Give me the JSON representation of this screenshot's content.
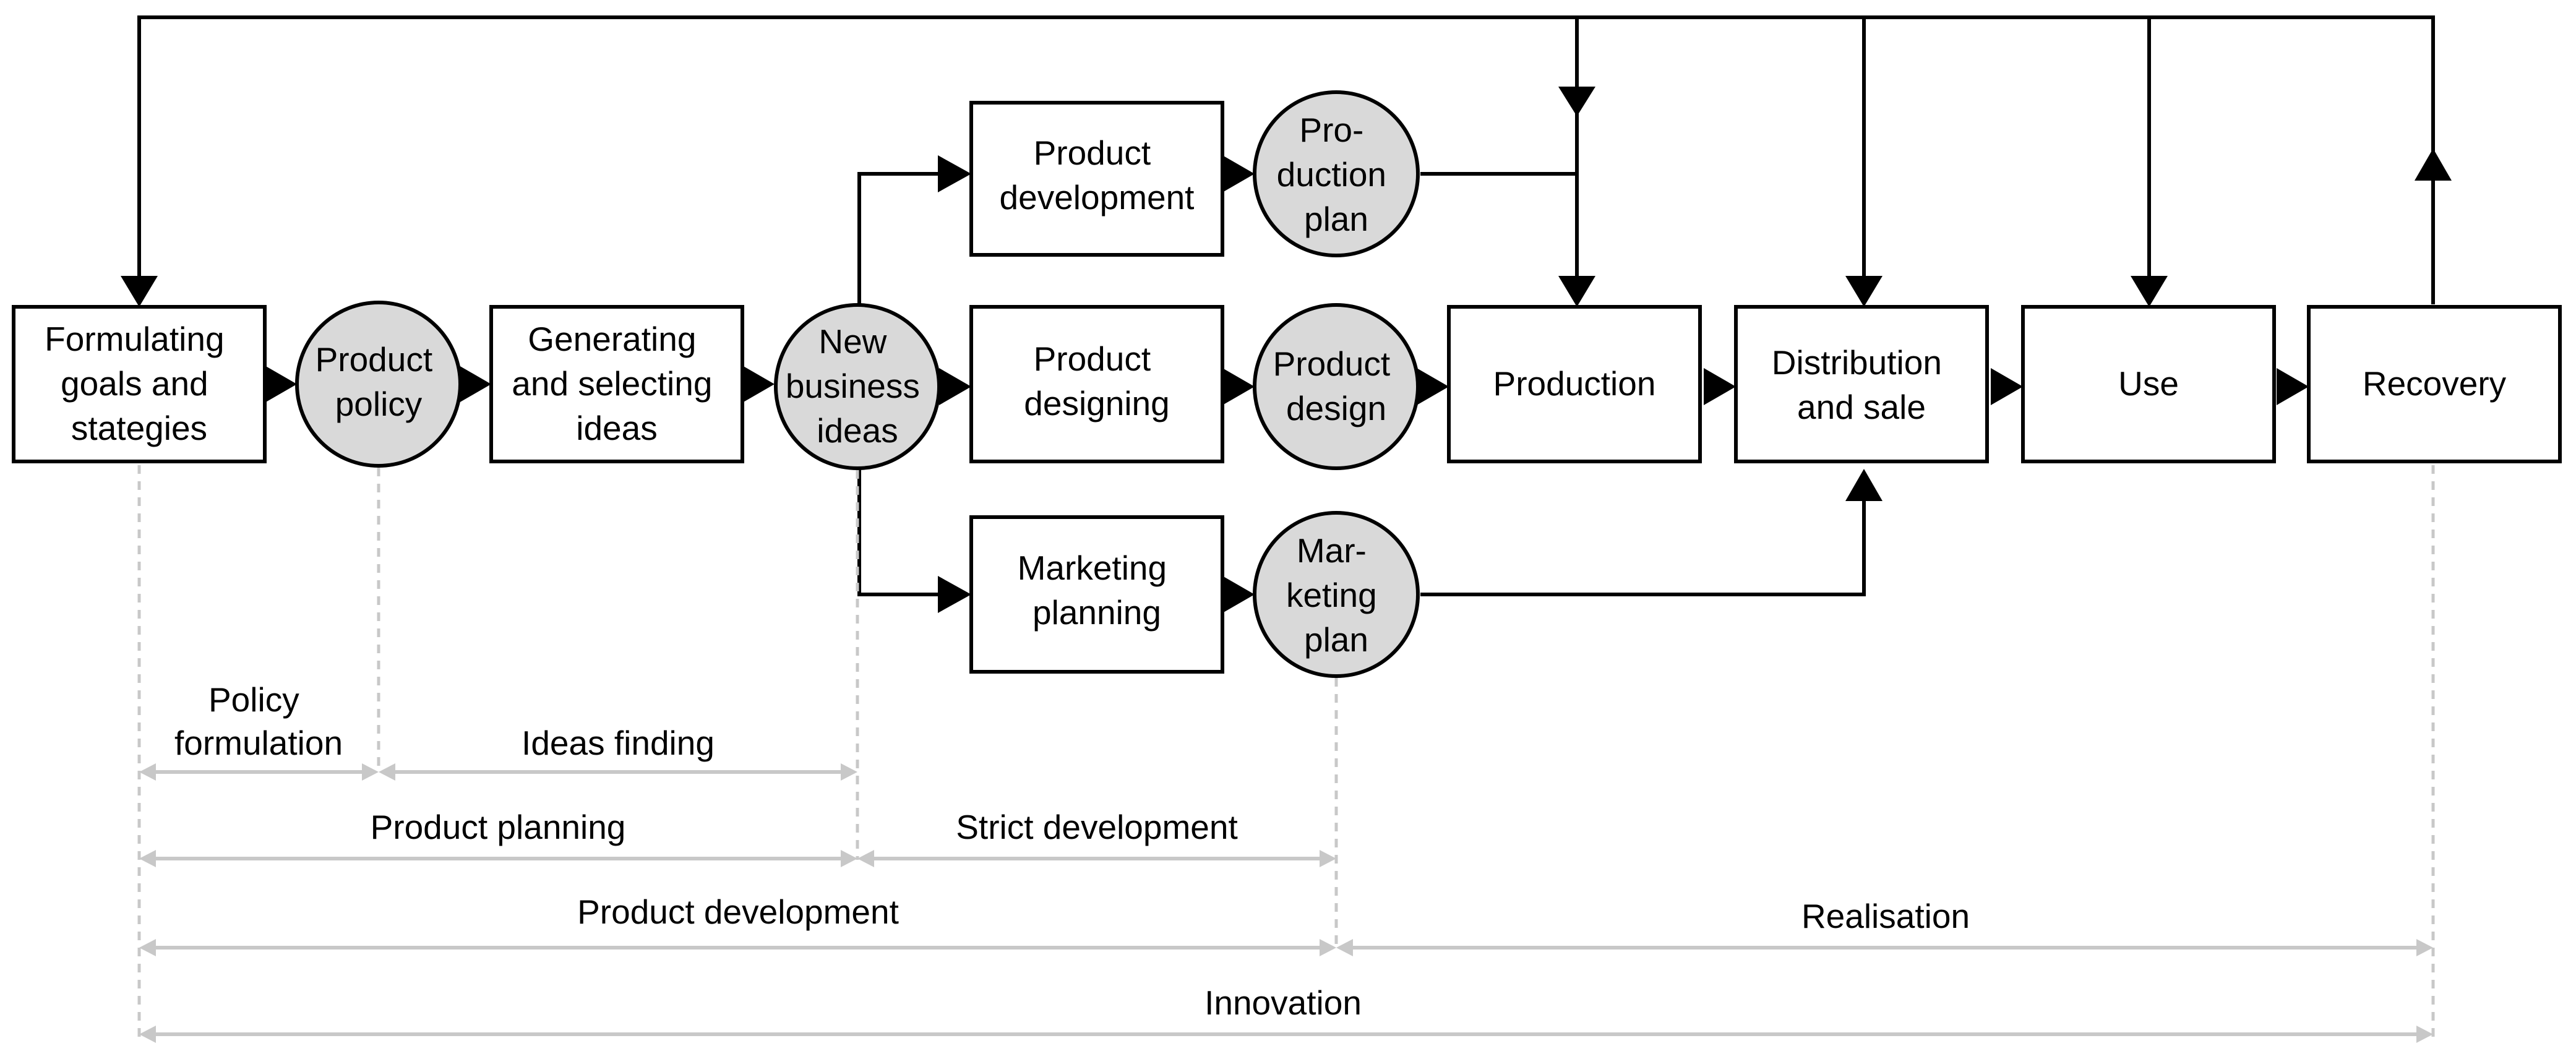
{
  "nodes": {
    "formulating": {
      "lines": [
        "Formulating",
        "goals and",
        "stategies"
      ]
    },
    "product_policy": {
      "lines": [
        "Product",
        "policy"
      ]
    },
    "generating": {
      "lines": [
        "Generating",
        "and selecting",
        "ideas"
      ]
    },
    "new_business_ideas": {
      "lines": [
        "New",
        "business",
        "ideas"
      ]
    },
    "product_development_box": {
      "lines": [
        "Product",
        "development"
      ]
    },
    "production_plan": {
      "lines": [
        "Pro-",
        "duction",
        "plan"
      ]
    },
    "product_designing": {
      "lines": [
        "Product",
        "designing"
      ]
    },
    "product_design": {
      "lines": [
        "Product",
        "design"
      ]
    },
    "marketing_planning": {
      "lines": [
        "Marketing",
        "planning"
      ]
    },
    "marketing_plan": {
      "lines": [
        "Mar-",
        "keting",
        "plan"
      ]
    },
    "production": {
      "lines": [
        "Production"
      ]
    },
    "distribution": {
      "lines": [
        "Distribution",
        "and sale"
      ]
    },
    "use": {
      "lines": [
        "Use"
      ]
    },
    "recovery": {
      "lines": [
        "Recovery"
      ]
    }
  },
  "spans": {
    "policy_formulation": {
      "lines": [
        "Policy",
        "formulation"
      ]
    },
    "ideas_finding": {
      "lines": [
        "Ideas finding"
      ]
    },
    "product_planning": {
      "lines": [
        "Product planning"
      ]
    },
    "strict_development": {
      "lines": [
        "Strict development"
      ]
    },
    "product_development": {
      "lines": [
        "Product development"
      ]
    },
    "realisation": {
      "lines": [
        "Realisation"
      ]
    },
    "innovation": {
      "lines": [
        "Innovation"
      ]
    }
  },
  "colors": {
    "node_fill": "#d9d9d9",
    "stroke": "#000000",
    "span_line": "#c8c8c8"
  }
}
